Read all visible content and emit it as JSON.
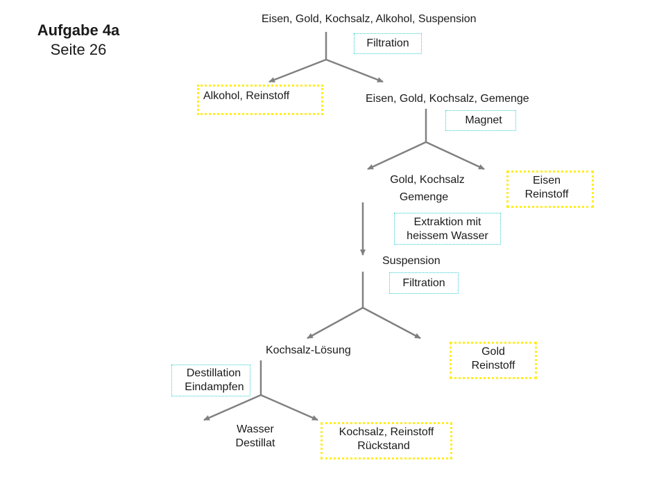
{
  "title": {
    "line1": "Aufgabe 4a",
    "line2": "Seite 26"
  },
  "nodes": {
    "start": "Eisen, Gold, Kochsalz, Alkohol, Suspension",
    "alkohol": "Alkohol,  Reinstoff",
    "gemenge1": "Eisen, Gold, Kochsalz, Gemenge",
    "gold_kochsalz_1": "Gold, Kochsalz",
    "gold_kochsalz_2": "Gemenge",
    "eisen_1": "Eisen",
    "eisen_2": "Reinstoff",
    "suspension": "Suspension",
    "kochsalz_loesung": "Kochsalz-Lösung",
    "gold_1": "Gold",
    "gold_2": "Reinstoff",
    "wasser_1": "Wasser",
    "wasser_2": "Destillat",
    "kochsalz_1": "Kochsalz, Reinstoff",
    "kochsalz_2": "Rückstand"
  },
  "methods": {
    "filtration_1": "Filtration",
    "magnet": "Magnet",
    "extraktion_1": "Extraktion mit",
    "extraktion_2": "heissem Wasser",
    "filtration_2": "Filtration",
    "destillation_1": "Destillation",
    "destillation_2": "Eindampfen"
  },
  "colors": {
    "arrow": "#808080",
    "method_border": "#33cccc",
    "result_border": "#ffee22"
  }
}
